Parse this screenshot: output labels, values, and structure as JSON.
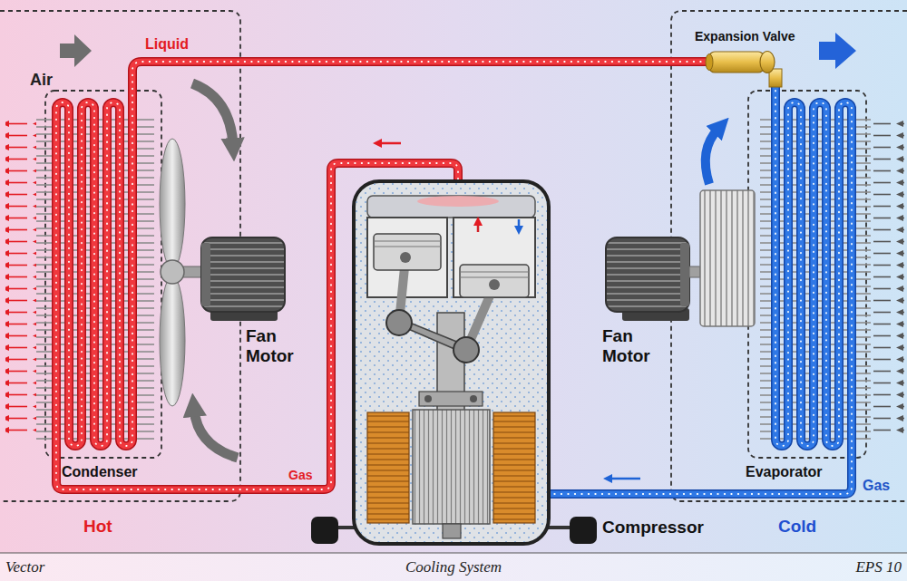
{
  "diagram": {
    "caption": "Cooling System",
    "labels": [
      "Liquid",
      "Air",
      "Expansion Valve",
      "Fan Motor",
      "Fan Motor",
      "Condenser",
      "Gas",
      "Gas",
      "Hot",
      "Compressor",
      "Cold",
      "Evaporator",
      "Vector",
      "EPS 10"
    ]
  }
}
